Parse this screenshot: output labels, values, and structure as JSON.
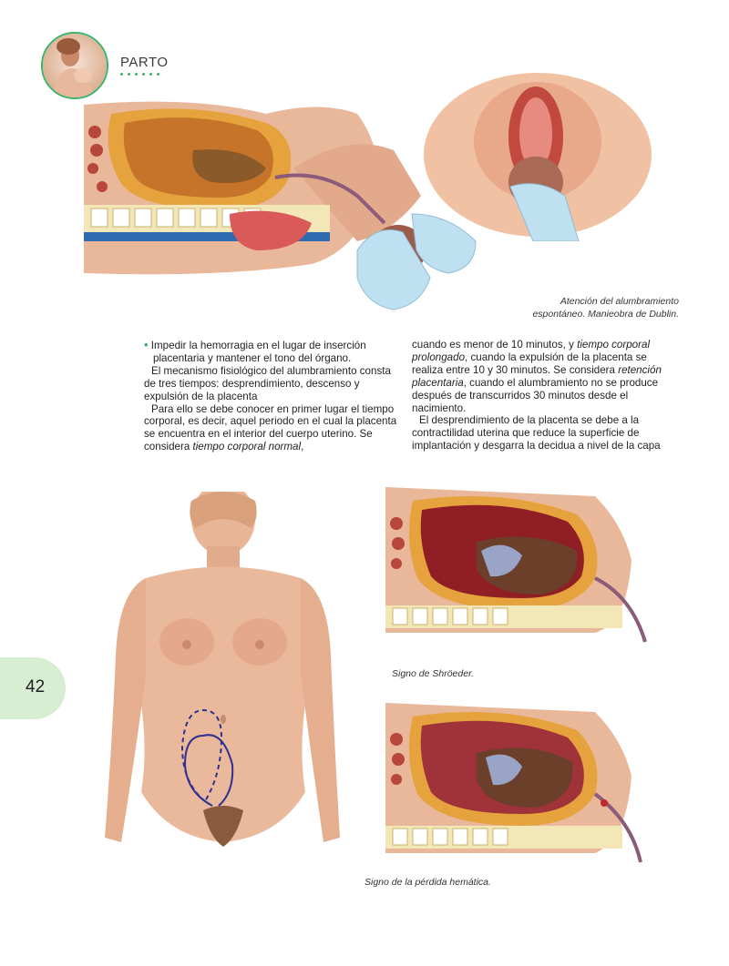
{
  "header": {
    "section_title": "PARTO",
    "badge_icon": "mother-baby-photo-icon"
  },
  "captions": {
    "top": [
      "Atención del alumbramiento",
      "espontáneo. Manieobra de Dublin."
    ],
    "shroeder": "Signo de Shröeder.",
    "perdida": "Signo de la pérdida hemática."
  },
  "text": {
    "left": {
      "bullet_line1": "Impedir la hemorragia en el lugar de inserción",
      "bullet_line2": "placentaria y mantener el tono del órgano.",
      "p2": "El mecanismo fisiológico del alumbramiento consta de tres tiempos: desprendimiento, descenso y expulsión de la placenta",
      "p3_before": "Para ello se debe conocer en primer lugar el tiempo corporal, es decir, aquel periodo en el cual la placenta se encuentra en el interior del cuerpo uterino. Se considera ",
      "p3_em": "tiempo corporal normal",
      "p3_after": ","
    },
    "right": {
      "p1_a": "cuando es menor de 10 minutos, y ",
      "p1_em1": "tiempo corporal prolongado",
      "p1_b": ", cuando la expulsión de la placenta se realiza entre 10 y 30 minutos. Se considera ",
      "p1_em2": "retención placentaria",
      "p1_c": ", cuando el alumbramiento no se produce después de transcurridos 30 minutos desde el nacimiento.",
      "p2": "El desprendimiento de la placenta se debe a la contractilidad uterina que reduce la superficie de implantación y desgarra la decidua a nivel de la capa"
    }
  },
  "page_number": "42",
  "colors": {
    "accent_green": "#3db36b",
    "page_tab": "#d8eed3",
    "skin": "#e9b79a",
    "uterus_outer": "#e6a23c",
    "glove": "#bfe0f0",
    "outline_blue": "#2e3192"
  }
}
